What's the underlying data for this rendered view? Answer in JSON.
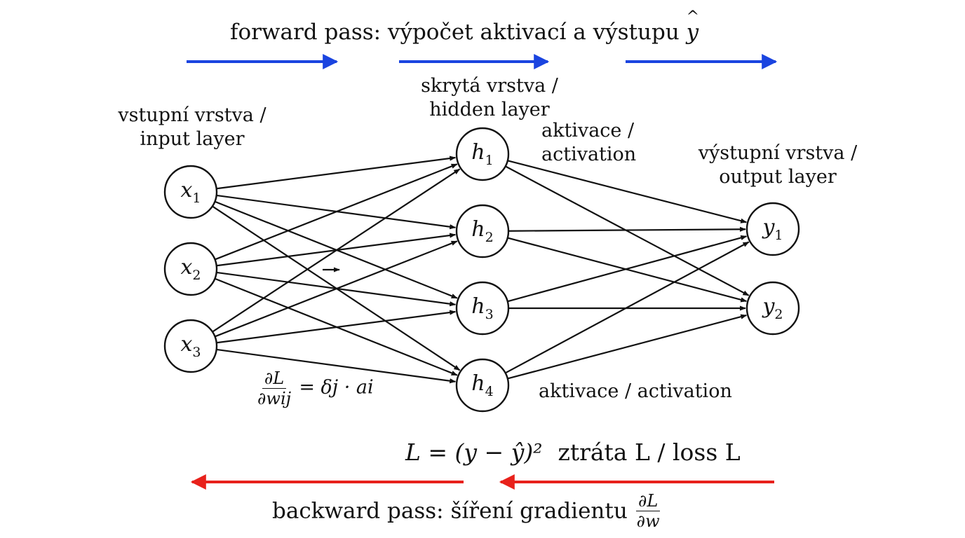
{
  "forward": {
    "prefix": "forward pass: výpočet aktivací a výstupu ",
    "var": "y",
    "hat": "^",
    "color": "#1a44e0"
  },
  "backward": {
    "prefix": "backward pass: šíření gradientu ",
    "frac_num": "∂L",
    "frac_den": "∂w",
    "color": "#e8211b"
  },
  "layers": {
    "input": [
      "vstupní vrstva /",
      "input layer"
    ],
    "hidden": [
      "skrytá vrstva /",
      "hidden layer"
    ],
    "output": [
      "výstupní vrstva /",
      "output layer"
    ]
  },
  "activation_labels": {
    "top": [
      "aktivace /",
      "activation"
    ],
    "bottom": "aktivace / activation"
  },
  "gradient_formula": {
    "num": "∂L",
    "den": "∂wij",
    "rhs": "= δj · ai"
  },
  "loss": {
    "formula": "L = (y − ŷ)²",
    "label": "ztráta L / loss L"
  },
  "nodes": {
    "input": [
      {
        "base": "x",
        "sub": "1"
      },
      {
        "base": "x",
        "sub": "2"
      },
      {
        "base": "x",
        "sub": "3"
      }
    ],
    "hidden": [
      {
        "base": "h",
        "sub": "1"
      },
      {
        "base": "h",
        "sub": "2"
      },
      {
        "base": "h",
        "sub": "3"
      },
      {
        "base": "h",
        "sub": "4"
      }
    ],
    "output": [
      {
        "base": "y",
        "sub": "1"
      },
      {
        "base": "y",
        "sub": "2"
      }
    ]
  }
}
